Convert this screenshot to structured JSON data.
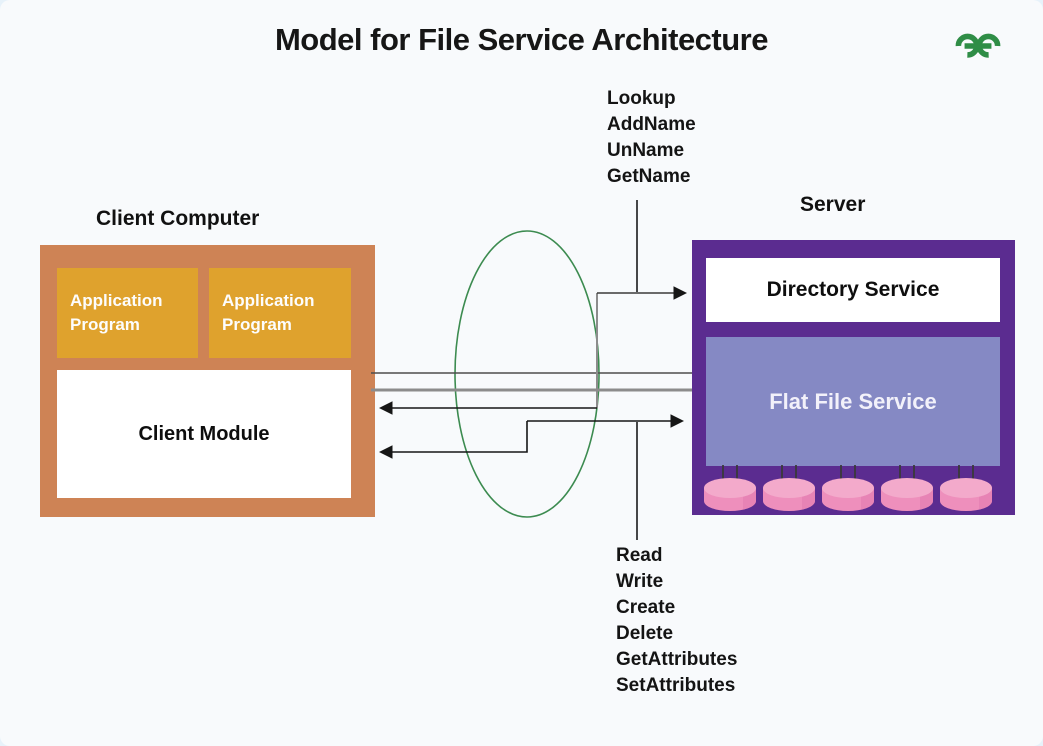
{
  "title": "Model for File Service Architecture",
  "logo": {
    "name": "geeksforgeeks-logo",
    "color": "#2F8D46"
  },
  "client": {
    "label": "Client Computer",
    "app_program_1": "Application Program",
    "app_program_2": "Application Program",
    "client_module": "Client Module"
  },
  "server": {
    "label": "Server",
    "directory_service": "Directory Service",
    "flat_file_service": "Flat File Service",
    "disk_count": 5
  },
  "directory_operations": [
    "Lookup",
    "AddName",
    "UnName",
    "GetName"
  ],
  "file_operations": [
    "Read",
    "Write",
    "Create",
    "Delete",
    "GetAttributes",
    "SetAttributes"
  ],
  "colors": {
    "background": "#F8FAFC",
    "client_box": "#CE8355",
    "application_program_box": "#DFA22D",
    "server_box": "#5B2C90",
    "flat_file_box": "#8589C4",
    "disk_pink": "#EE8FBC",
    "disk_pink_top": "#F3AACB",
    "network_ellipse_green": "#3C8B50",
    "logo_green": "#2F8D46",
    "line_gray": "#8C8C8C",
    "line_dark": "#3A3A3A"
  }
}
